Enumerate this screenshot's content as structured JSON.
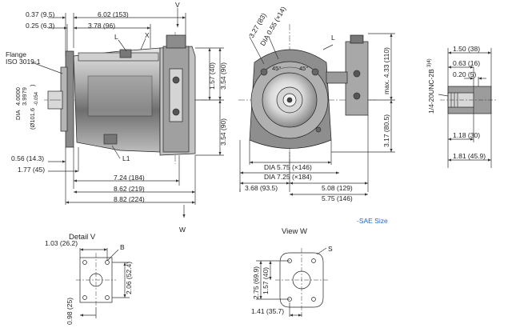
{
  "side_view": {
    "top_dims": [
      "0.37 (9.5)",
      "6.02 (153)",
      "0.25 (6.3)",
      "3.78 (96)"
    ],
    "port_labels": {
      "l": "L",
      "x": "X",
      "v": "V",
      "l1": "L1"
    },
    "flange_label": "Flange",
    "iso_label": "ISO 3019-1",
    "dia_line1": "DIA",
    "dia_line2": "4.0000",
    "dia_line3": "3.9979",
    "dia_line4": "(Ø101.6",
    "dia_tol": "-0.054",
    "dia_close": ")",
    "right_dims": [
      "1.57 (40)",
      "3.54 (90)",
      "3.54 (90)"
    ],
    "bottom_dims": [
      "0.56 (14.3)",
      "1.77 (45)",
      "7.24 (184)",
      "8.62 (219)",
      "8.82 (224)"
    ],
    "w_label": "W"
  },
  "front_view": {
    "top_dims": [
      "3.27 (83)",
      "DIA 0.55 (×14)"
    ],
    "angles": [
      "45°",
      "45°"
    ],
    "port_label": "L",
    "dia_dims": [
      "DIA 5.75 (×146)",
      "DIA 7.25 (×184)"
    ],
    "bottom_dims": [
      "3.68 (93.5)",
      "5.08 (129)",
      "5.75 (146)"
    ],
    "right_dims": [
      "max. 4.33 (110)",
      "3.17 (80.5)"
    ]
  },
  "port_detail": {
    "dims": [
      "1.50 (38)",
      "0.63 (16)",
      "0.20 (5)",
      "1.18 (30)",
      "1.81 (45.9)"
    ],
    "thread_main": "1/4-20UNC-2B",
    "thread_sup": "3)4)"
  },
  "sae_note": "-SAE Size",
  "detail_v": {
    "title": "Detail V",
    "dims": [
      "1.03 (26.2)",
      "2.06 (52.4)",
      "0.98 (25)"
    ],
    "label_b": "B"
  },
  "view_w": {
    "title": "View W",
    "dims": [
      "2.75 (69.9)",
      "1.57 (40)",
      "1.41 (35.7)"
    ],
    "label_s": "S"
  }
}
